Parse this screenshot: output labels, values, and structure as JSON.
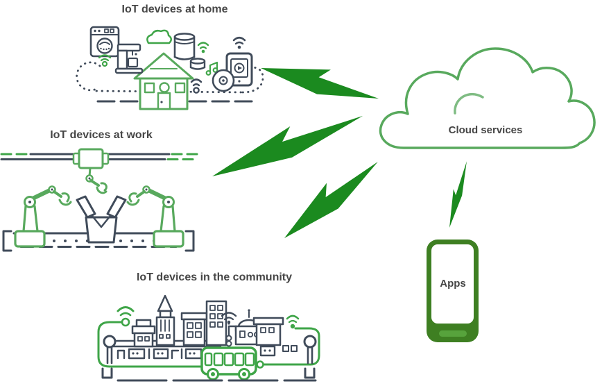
{
  "diagram": {
    "sections": [
      {
        "id": "home",
        "label": "IoT devices at home",
        "icons": [
          "washing-machine-icon",
          "coffee-maker-icon",
          "smart-home-house-icon",
          "cloud-icon",
          "smart-speaker-icon",
          "wifi-icon",
          "music-note-icon",
          "media-player-icon",
          "speaker-disc-icon",
          "dotted-connection-path"
        ]
      },
      {
        "id": "work",
        "label": "IoT devices at work",
        "icons": [
          "overhead-rail-icon",
          "gantry-robot-arm-icon",
          "robotic-arm-left-icon",
          "robotic-arm-right-icon",
          "open-package-box-icon",
          "conveyor-belt-icon"
        ]
      },
      {
        "id": "community",
        "label": "IoT devices in the community",
        "icons": [
          "city-skyline-icon",
          "skyscraper-icon",
          "dome-building-icon",
          "street-light-icon",
          "wifi-icon",
          "smart-bus-icon",
          "connected-loop-path"
        ]
      }
    ],
    "cloud": {
      "label": "Cloud services",
      "icon": "cloud-outline-icon"
    },
    "phone": {
      "label": "Apps",
      "icon": "smartphone-icon"
    },
    "connections": [
      {
        "from": "IoT devices at home",
        "to": "Cloud services",
        "style": "lightning-bolt"
      },
      {
        "from": "IoT devices at work",
        "to": "Cloud services",
        "style": "lightning-bolt"
      },
      {
        "from": "IoT devices in the community",
        "to": "Cloud services",
        "style": "lightning-bolt"
      },
      {
        "from": "Apps",
        "to": "Cloud services",
        "style": "lightning-bolt-small"
      }
    ],
    "colors": {
      "background": "#ffffff",
      "bolt_green": "#1b8a1f",
      "outline_green": "#58a95d",
      "bright_green": "#3fa548",
      "phone_green": "#3e7f22",
      "pill_green": "#57a33c",
      "icon_slate": "#404b5a",
      "text": "#464646"
    }
  }
}
